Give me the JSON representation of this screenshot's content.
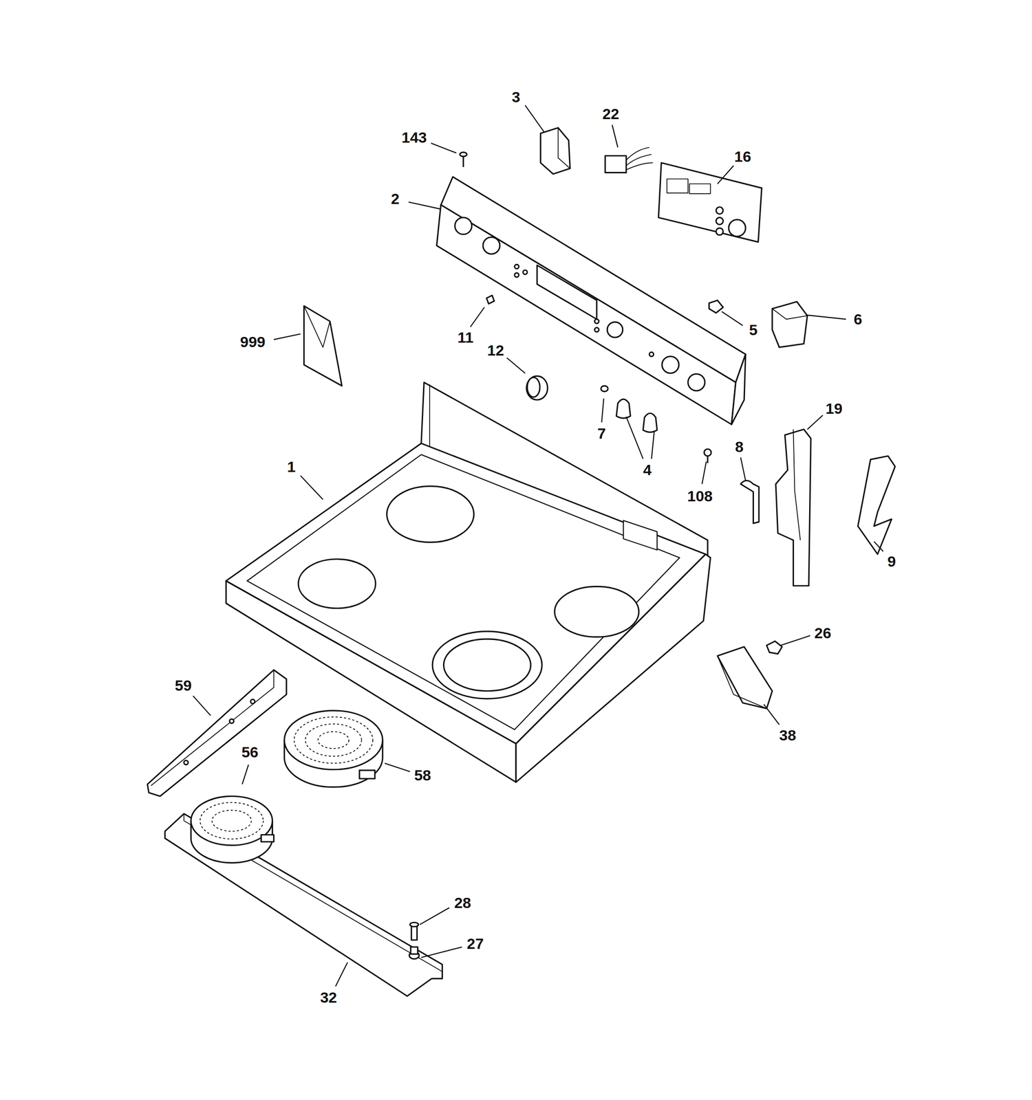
{
  "diagram": {
    "labels": [
      "3",
      "22",
      "143",
      "16",
      "2",
      "11",
      "5",
      "6",
      "999",
      "12",
      "7",
      "4",
      "19",
      "1",
      "8",
      "108",
      "9",
      "26",
      "59",
      "38",
      "56",
      "58",
      "28",
      "27",
      "32"
    ]
  }
}
